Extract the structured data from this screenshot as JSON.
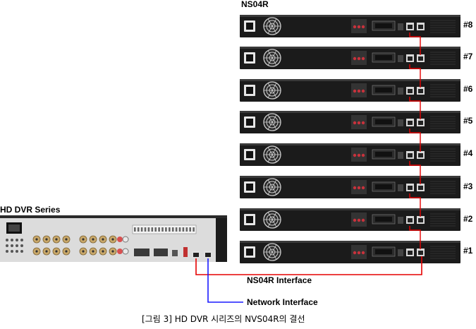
{
  "diagram": {
    "stack_title": "NS04R",
    "dvr_title": "HD DVR Series",
    "unit_labels": [
      "#8",
      "#7",
      "#6",
      "#5",
      "#4",
      "#3",
      "#2",
      "#1"
    ],
    "legend": {
      "ns04r_interface": "NS04R Interface",
      "network_interface": "Network Interface"
    },
    "caption": "[그림 3] HD DVR 시리즈의 NVS04R의 결선",
    "colors": {
      "ns04r_cable": "#e60000",
      "network_cable": "#1a1aff",
      "chassis": "#1b1b1b",
      "dvr_panel": "#dcdcdc"
    },
    "icons": [
      "power-socket-icon",
      "fan-grille-icon",
      "rj45-port-icon",
      "bnc-connector-icon"
    ]
  }
}
